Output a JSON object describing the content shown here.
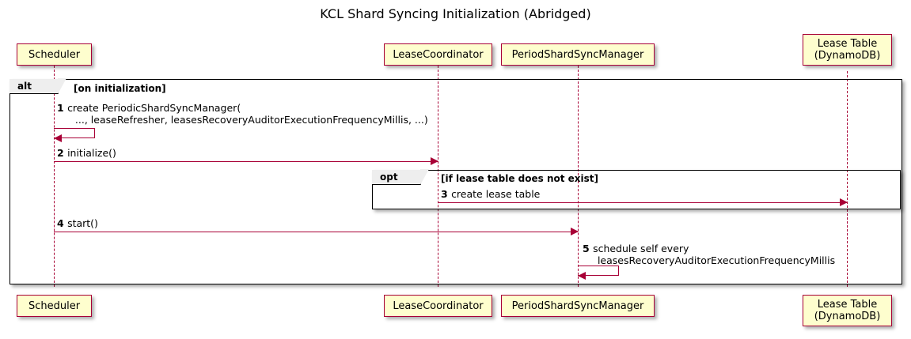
{
  "diagram": {
    "title": "KCL Shard Syncing Initialization (Abridged)",
    "type": "sequence-diagram",
    "colors": {
      "participant_fill": "#FEFECE",
      "participant_border": "#A80036",
      "arrow": "#A80036",
      "frame_border": "#000000",
      "frame_tab_fill": "#EEEEEE",
      "background": "#FFFFFF"
    }
  },
  "participants": [
    {
      "id": "scheduler",
      "label": "Scheduler"
    },
    {
      "id": "lease_coordinator",
      "label": "LeaseCoordinator"
    },
    {
      "id": "period_shard_sync_manager",
      "label": "PeriodShardSyncManager"
    },
    {
      "id": "lease_table",
      "label": "Lease Table\n(DynamoDB)"
    }
  ],
  "fragments": [
    {
      "id": "alt",
      "label": "alt",
      "condition": "[on initialization]"
    },
    {
      "id": "opt",
      "label": "opt",
      "condition": "[if lease table does not exist]"
    }
  ],
  "messages": [
    {
      "number": "1",
      "from": "scheduler",
      "to": "scheduler",
      "kind": "self",
      "line1": "create PeriodicShardSyncManager(",
      "line2": "   ..., leaseRefresher, leasesRecoveryAuditorExecutionFrequencyMillis, ...)"
    },
    {
      "number": "2",
      "from": "scheduler",
      "to": "lease_coordinator",
      "kind": "call",
      "line1": "initialize()",
      "line2": ""
    },
    {
      "number": "3",
      "from": "lease_coordinator",
      "to": "lease_table",
      "kind": "call",
      "line1": "create lease table",
      "line2": ""
    },
    {
      "number": "4",
      "from": "scheduler",
      "to": "period_shard_sync_manager",
      "kind": "call",
      "line1": "start()",
      "line2": ""
    },
    {
      "number": "5",
      "from": "period_shard_sync_manager",
      "to": "period_shard_sync_manager",
      "kind": "self",
      "line1": "schedule self every",
      "line2": "  leasesRecoveryAuditorExecutionFrequencyMillis"
    }
  ]
}
